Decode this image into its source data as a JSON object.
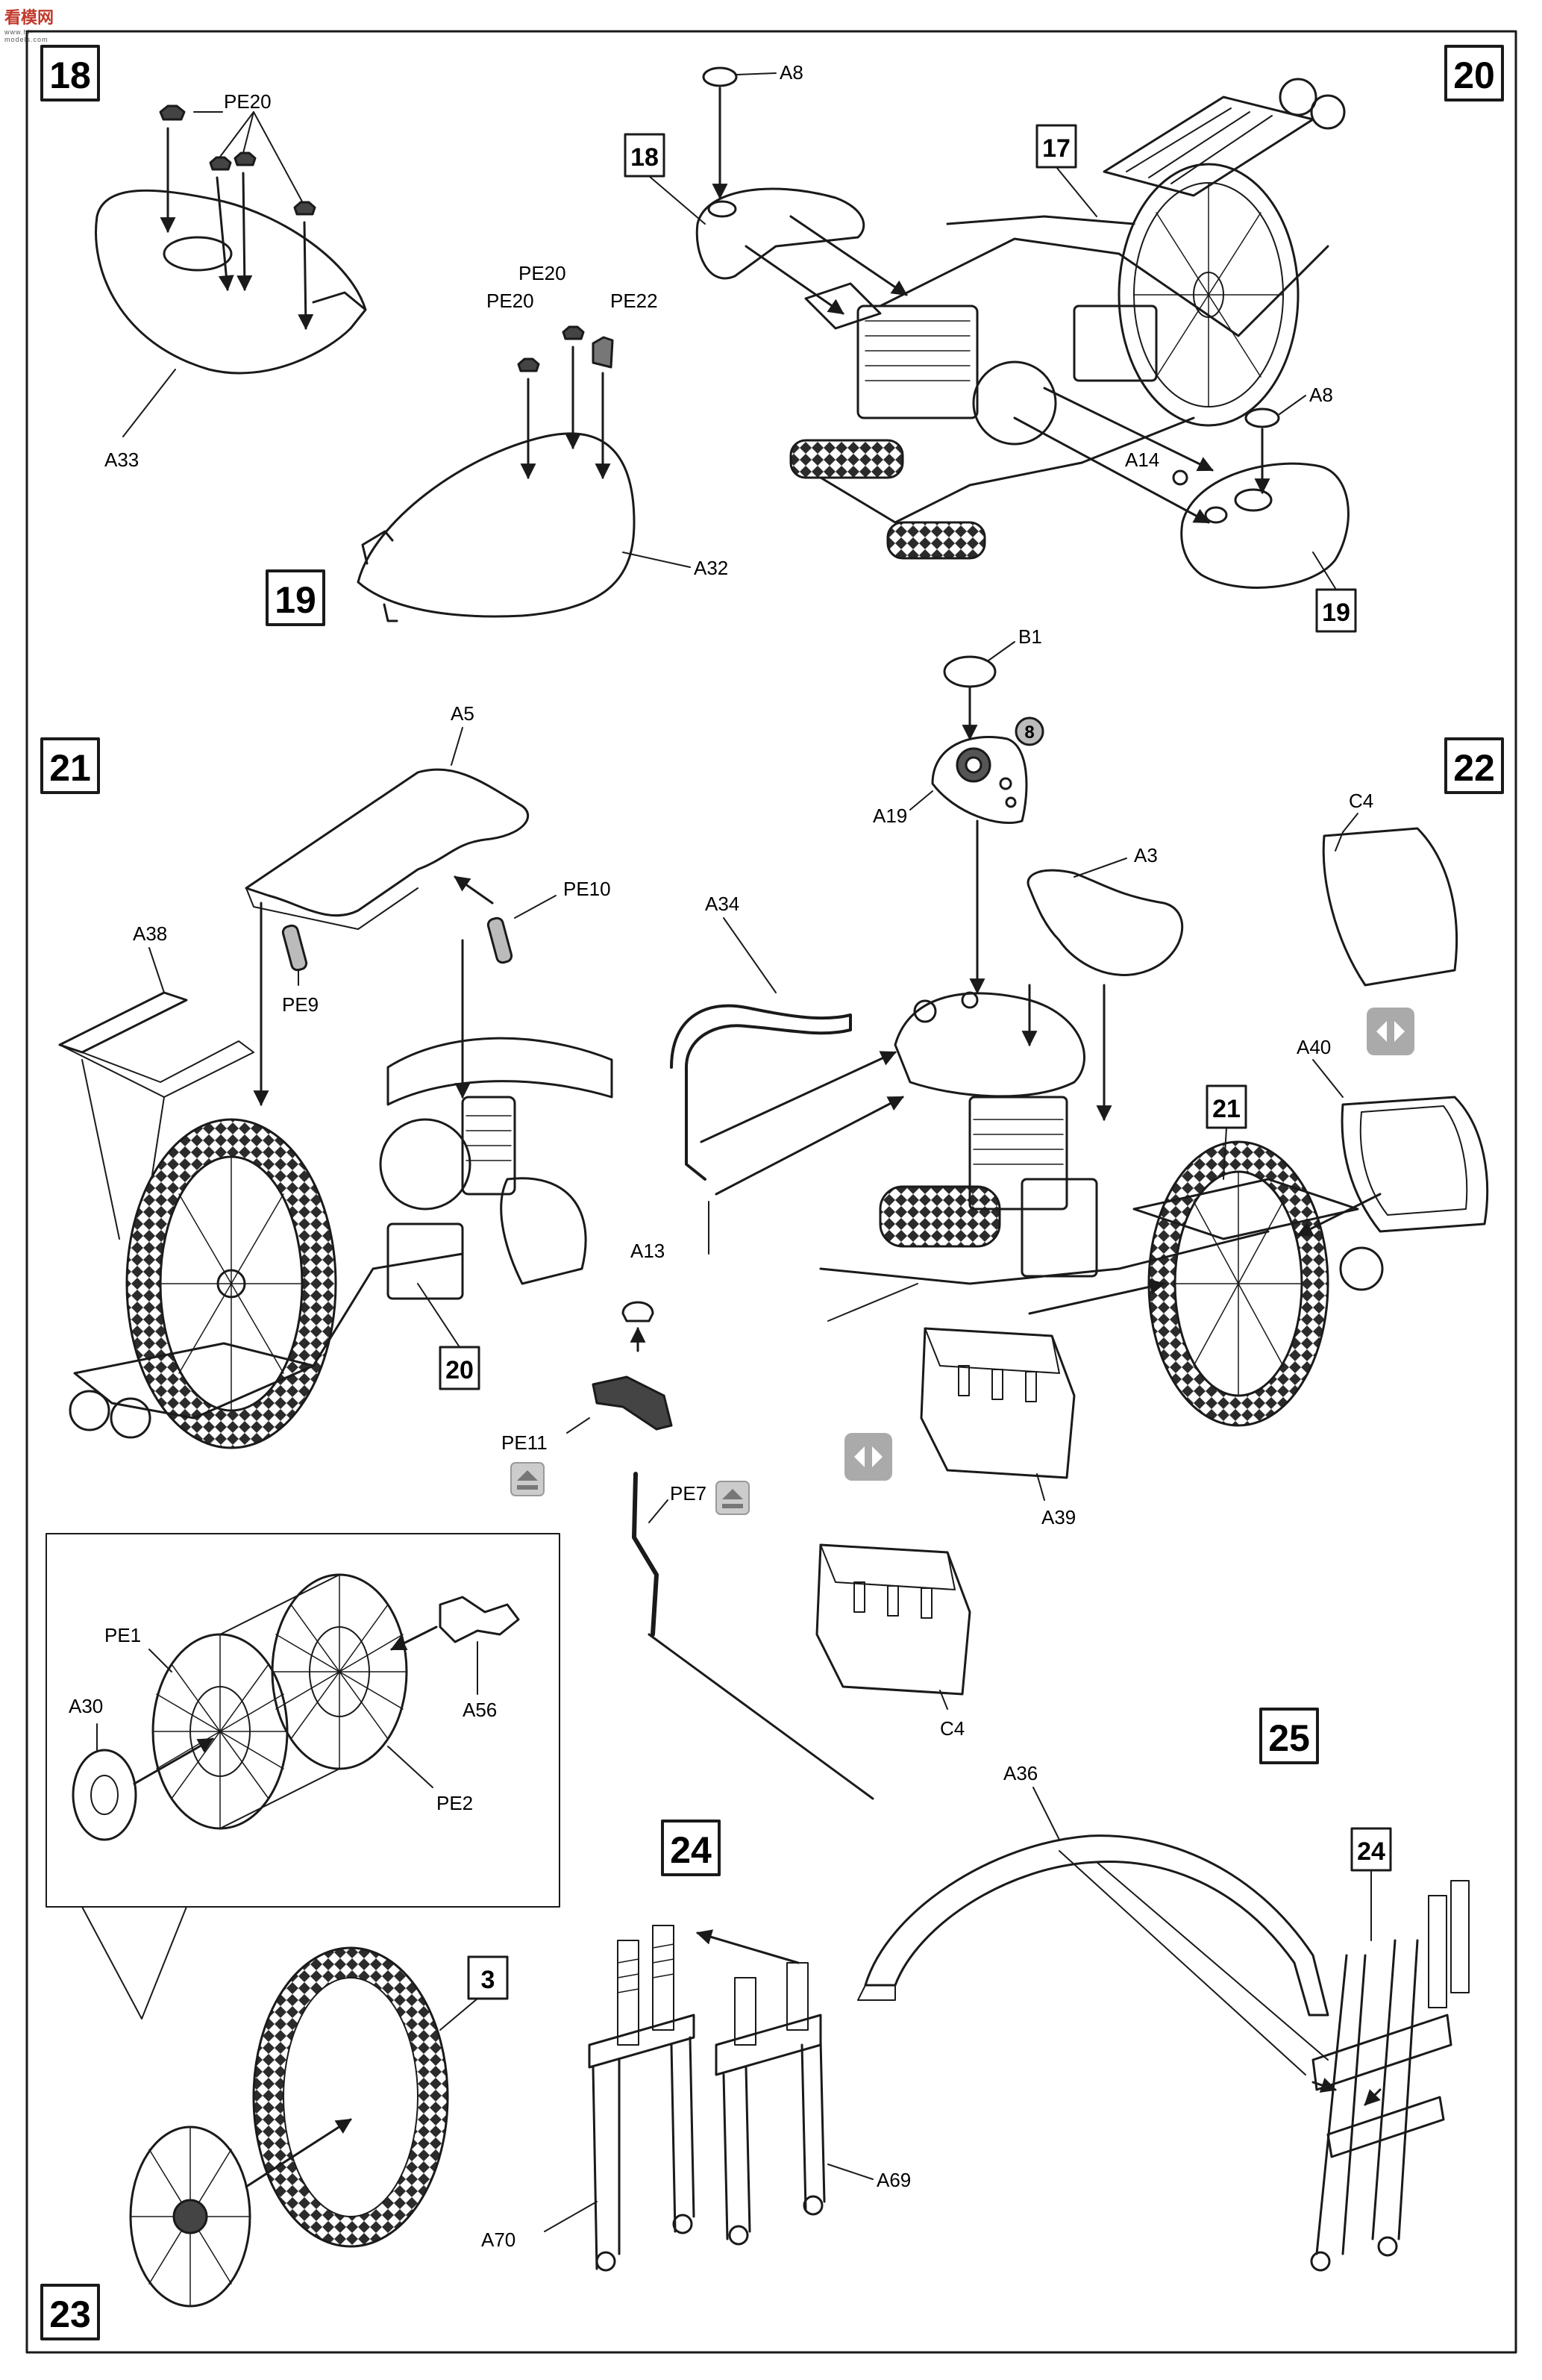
{
  "logo": {
    "text": "看模网",
    "sub": "www.hi-models.com"
  },
  "steps": {
    "s18": "18",
    "s19": "19",
    "s20": "20",
    "s21": "21",
    "s22": "22",
    "s23": "23",
    "s24": "24",
    "s25": "25"
  },
  "refs": {
    "r18": "18",
    "r19": "19",
    "r17": "17",
    "r21": "21",
    "r20": "20",
    "r3": "3",
    "r24": "24",
    "paint8": "8"
  },
  "parts": {
    "pe20a": "PE20",
    "a33": "A33",
    "pe20b": "PE20",
    "pe20c": "PE20",
    "pe22": "PE22",
    "a32": "A32",
    "a8a": "A8",
    "a8b": "A8",
    "a14": "A14",
    "a5": "A5",
    "pe10": "PE10",
    "a38": "A38",
    "pe9": "PE9",
    "b1": "B1",
    "a19": "A19",
    "a3": "A3",
    "a34": "A34",
    "c4a": "C4",
    "a40": "A40",
    "a39": "A39",
    "c4b": "C4",
    "a13": "A13",
    "pe11": "PE11",
    "pe7": "PE7",
    "pe1": "PE1",
    "a30": "A30",
    "a56": "A56",
    "pe2": "PE2",
    "a36": "A36",
    "a70": "A70",
    "a69": "A69"
  },
  "colors": {
    "line": "#1a1a1a",
    "grey": "#9a9a9a",
    "boxfill": "#ffffff"
  }
}
